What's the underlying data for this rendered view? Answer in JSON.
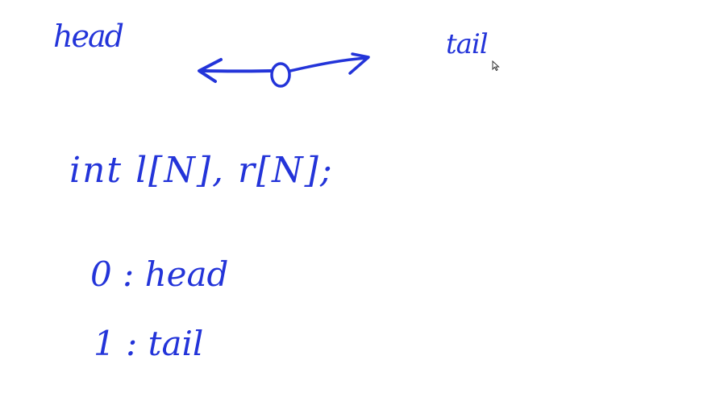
{
  "ink_color": "#2334d9",
  "labels": {
    "head": "head",
    "tail": "tail"
  },
  "code": "int  l[N], r[N];",
  "legend": [
    {
      "text": "0 : head"
    },
    {
      "text": "1 : tail"
    }
  ],
  "icons": {
    "pointer": "mouse-pointer-icon"
  }
}
